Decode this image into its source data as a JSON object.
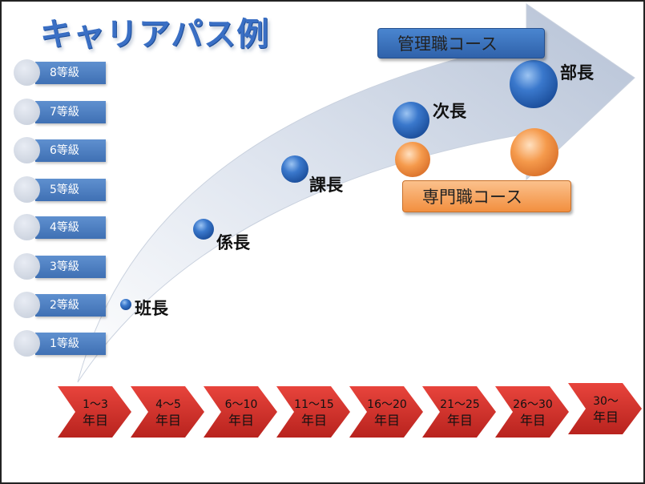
{
  "title": "キャリアパス例",
  "grades": [
    "8等級",
    "7等級",
    "6等級",
    "5等級",
    "4等級",
    "3等級",
    "2等級",
    "1等級"
  ],
  "positions": [
    "班長",
    "係長",
    "課長",
    "次長",
    "部長"
  ],
  "courses": {
    "management": "管理職コース",
    "specialist": "専門職コース"
  },
  "years": [
    {
      "range": "1～3",
      "unit": "年目"
    },
    {
      "range": "4～5",
      "unit": "年目"
    },
    {
      "range": "6～10",
      "unit": "年目"
    },
    {
      "range": "11～15",
      "unit": "年目"
    },
    {
      "range": "16～20",
      "unit": "年目"
    },
    {
      "range": "21～25",
      "unit": "年目"
    },
    {
      "range": "26～30",
      "unit": "年目"
    },
    {
      "range": "30～",
      "unit": "年目"
    }
  ],
  "colors": {
    "grade_bar": "#4f80c2",
    "chevron": "#d9322b",
    "management": "#3a72bd",
    "specialist": "#f5a25c",
    "title": "#3a6fc4"
  }
}
